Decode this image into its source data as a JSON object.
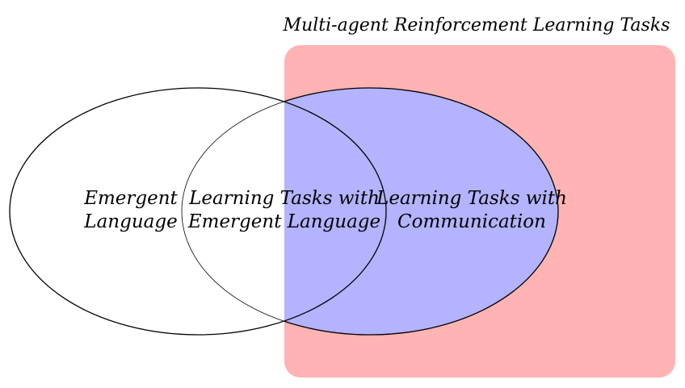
{
  "diagram": {
    "title": "Multi-agent Reinforcement Learning Tasks",
    "regions": {
      "emergent_language": {
        "line1": "Emergent",
        "line2": "Language"
      },
      "intersection": {
        "line1": "Learning Tasks with",
        "line2": "Emergent Language"
      },
      "communication": {
        "line1": "Learning Tasks with",
        "line2": "Communication"
      }
    }
  },
  "colors": {
    "marl_box": "#ffb3b3",
    "communication_ellipse": "#b3b3ff",
    "outline": "#000000"
  }
}
